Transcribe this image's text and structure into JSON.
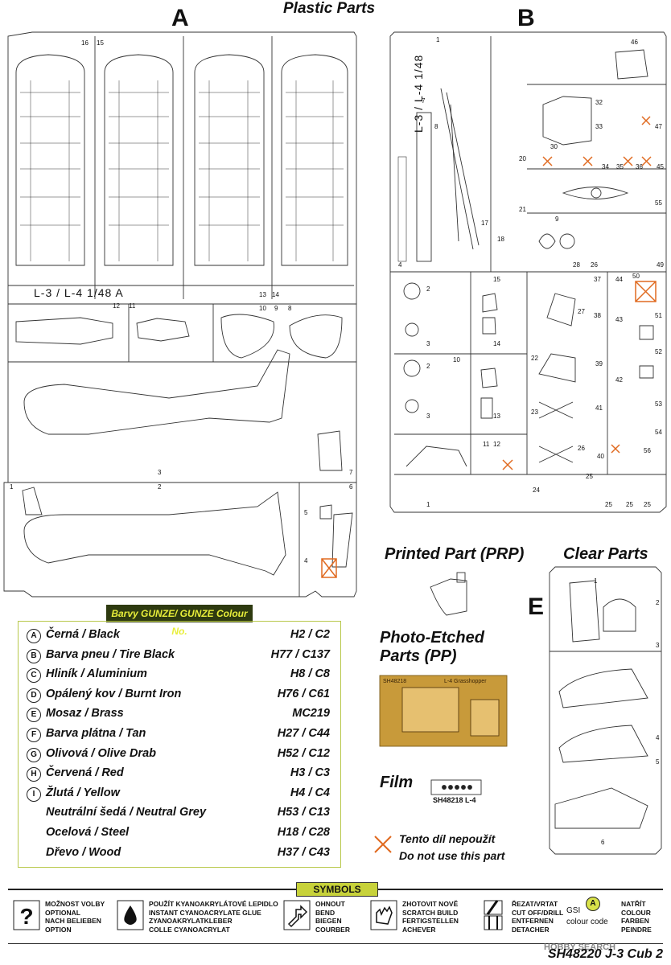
{
  "sprue_labels": {
    "a": "A",
    "b": "B",
    "e": "E"
  },
  "plastic_title": "Plastic Parts",
  "sprue_a_text": "L-3 / L-4   1/48   A",
  "sprue_b_text": "L-3 / L-4   1/48",
  "printed_part": "Printed Part (PRP)",
  "clear_parts": "Clear Parts",
  "photo_etched_l1": "Photo-Etched",
  "photo_etched_l2": "Parts (PP)",
  "pe_label_left": "SH48218",
  "pe_label_right": "L-4 Grasshopper",
  "film": "Film",
  "film_label": "SH48218 L-4",
  "do_not_use": {
    "cz": "Tento díl nepoužít",
    "en": "Do not use this part"
  },
  "colours": {
    "header": "Barvy GUNZE/ GUNZE Colour No.",
    "rows": [
      {
        "mark": "A",
        "name": "Černá / Black",
        "code": "H2 / C2"
      },
      {
        "mark": "B",
        "name": "Barva pneu / Tire Black",
        "code": "H77 / C137"
      },
      {
        "mark": "C",
        "name": "Hliník / Aluminium",
        "code": "H8 / C8"
      },
      {
        "mark": "D",
        "name": "Opálený kov / Burnt Iron",
        "code": "H76 / C61"
      },
      {
        "mark": "E",
        "name": "Mosaz / Brass",
        "code": "MC219"
      },
      {
        "mark": "F",
        "name": "Barva plátna / Tan",
        "code": "H27 / C44"
      },
      {
        "mark": "G",
        "name": "Olivová / Olive Drab",
        "code": "H52 / C12"
      },
      {
        "mark": "H",
        "name": "Červená / Red",
        "code": "H3 / C3"
      },
      {
        "mark": "I",
        "name": "Žlutá / Yellow",
        "code": "H4 / C4"
      },
      {
        "mark": "",
        "name": "Neutrální šedá / Neutral Grey",
        "code": "H53 / C13"
      },
      {
        "mark": "",
        "name": "Ocelová / Steel",
        "code": "H18 / C28"
      },
      {
        "mark": "",
        "name": "Dřevo / Wood",
        "code": "H37 / C43"
      }
    ]
  },
  "symbols": {
    "header": "SYMBOLS",
    "items": [
      {
        "lines": [
          "MOŽNOST VOLBY",
          "OPTIONAL",
          "NACH BELIEBEN",
          "OPTION"
        ]
      },
      {
        "lines": [
          "POUŽÍT KYANOAKRYLÁTOVÉ LEPIDLO",
          "INSTANT CYANOACRYLATE GLUE",
          "ZYANOAKRYLATKLEBER",
          "COLLE CYANOACRYLAT"
        ]
      },
      {
        "lines": [
          "OHNOUT",
          "BEND",
          "BIEGEN",
          "COURBER"
        ]
      },
      {
        "lines": [
          "ZHOTOVIT NOVĚ",
          "SCRATCH BUILD",
          "FERTIGSTELLEN",
          "ACHEVER"
        ]
      },
      {
        "lines": [
          "ŘEZAT/VRTAT",
          "CUT OFF/DRILL",
          "ENTFERNEN",
          "DETACHER"
        ]
      },
      {
        "lines": [
          "NATŘÍT",
          "COLOUR",
          "FARBEN",
          "PEINDRE"
        ]
      }
    ],
    "gsi_label": "GSI",
    "gsi_sub": "colour code",
    "gsi_mark": "A"
  },
  "watermark": "HOBBY SEARCH",
  "footer": "SH48220 J-3 Cub  2"
}
